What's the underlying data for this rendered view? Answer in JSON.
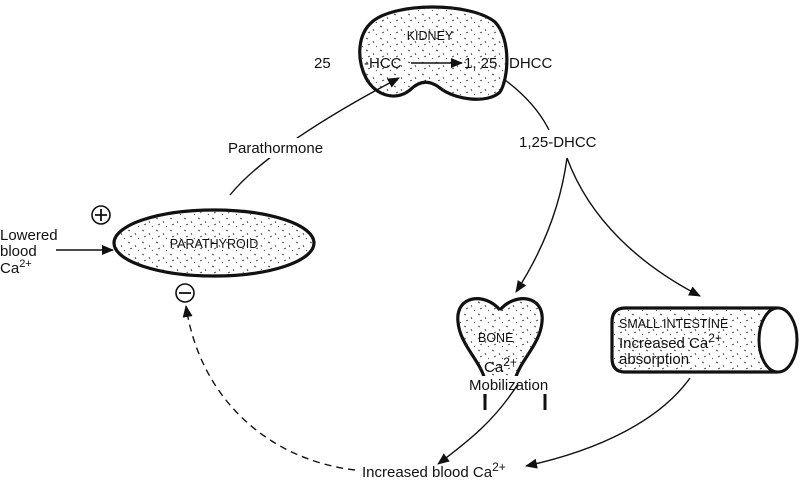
{
  "kidney": {
    "name": "KIDNEY",
    "left_prefix": "25",
    "substrate": "-HCC",
    "product_num": "1, 25",
    "product_suffix": "-DHCC"
  },
  "hormone_label": "Parathormone",
  "active_metabolite": "1,25-DHCC",
  "parathyroid": {
    "name": "PARATHYROID",
    "stimulus_lines": [
      "Lowered",
      "blood",
      "Ca"
    ],
    "stimulus_sup": "2+",
    "plus": "+",
    "minus": "−"
  },
  "bone": {
    "name": "BONE",
    "ca": "Ca",
    "sup": "2+",
    "action": "Mobilization"
  },
  "intestine": {
    "name": "SMALL INTESTINE",
    "line1": "Increased Ca",
    "sup": "2+",
    "line2": "absorption"
  },
  "outcome": {
    "text": "Increased blood Ca",
    "sup": "2+"
  }
}
